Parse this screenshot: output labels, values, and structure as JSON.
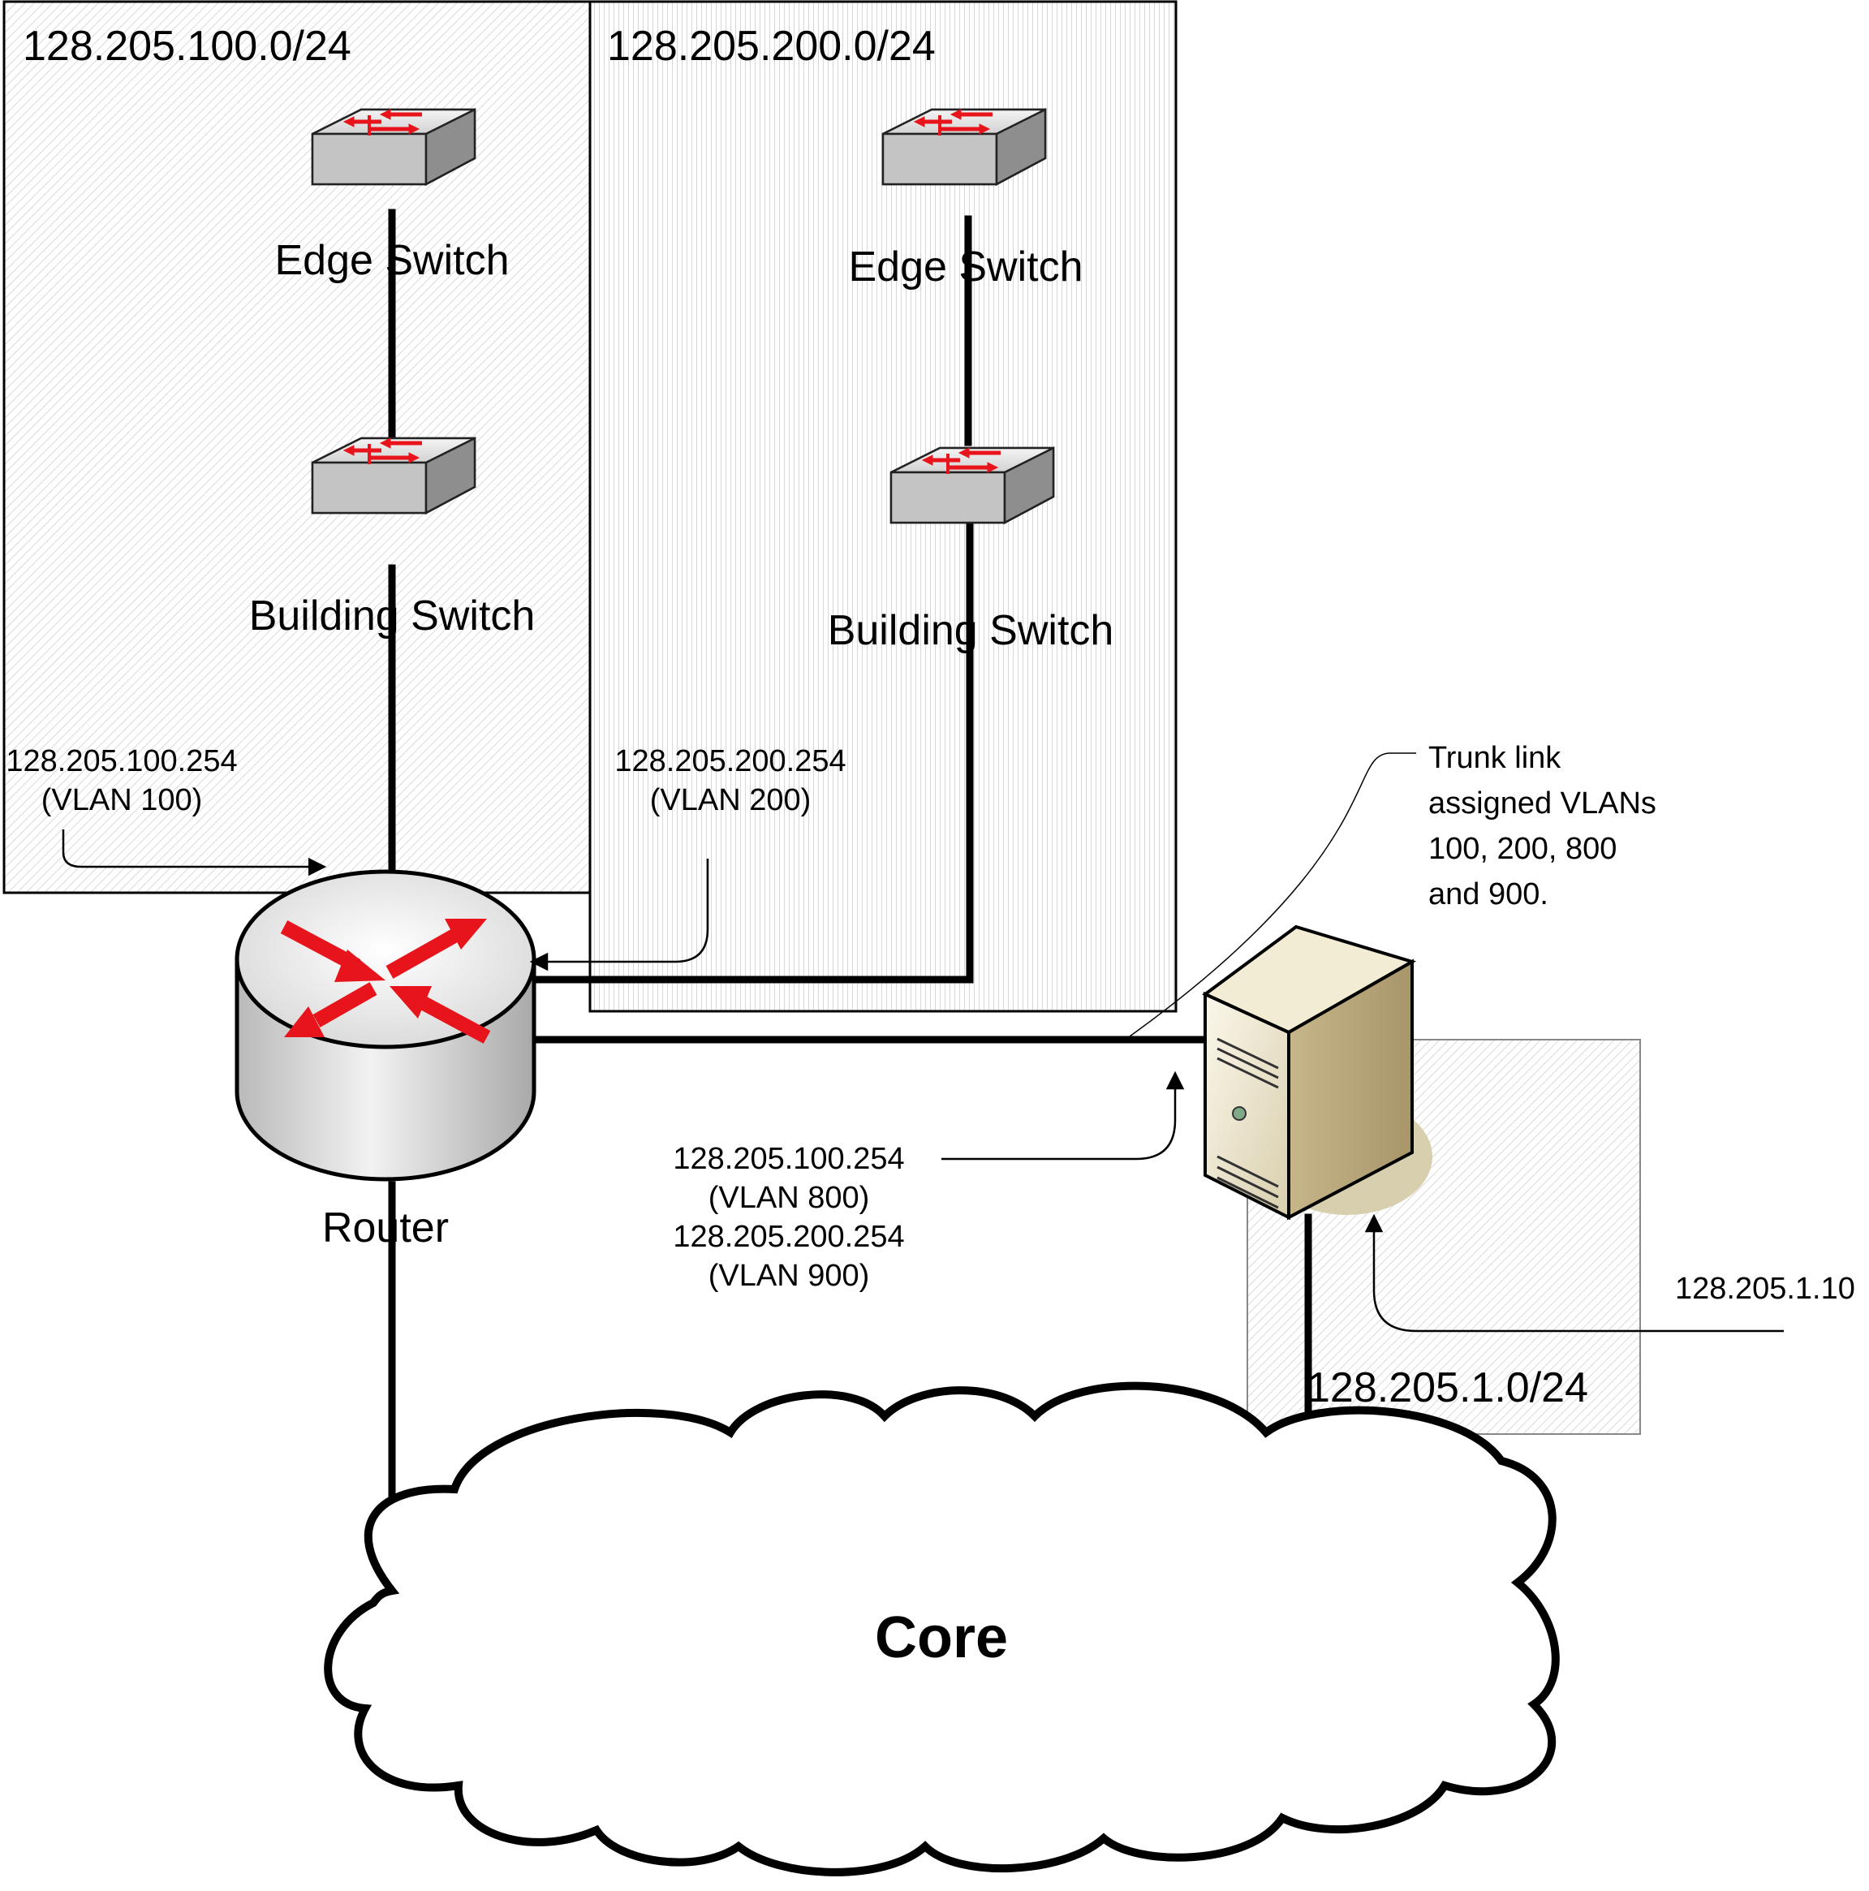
{
  "subnets": {
    "vlan100": "128.205.100.0/24",
    "vlan200": "128.205.200.0/24",
    "server": "128.205.1.0/24"
  },
  "devices": {
    "edge_switch_1": "Edge Switch",
    "building_switch_1": "Building Switch",
    "edge_switch_2": "Edge Switch",
    "building_switch_2": "Building Switch",
    "router": "Router",
    "core": "Core"
  },
  "annotations": {
    "gw100_ip": "128.205.100.254",
    "gw100_vlan": "(VLAN 100)",
    "gw200_ip": "128.205.200.254",
    "gw200_vlan": "(VLAN 200)",
    "trunk_1": "Trunk link",
    "trunk_2": "assigned VLANs",
    "trunk_3": "100, 200, 800",
    "trunk_4": "and 900.",
    "srv_ip1": "128.205.100.254",
    "srv_vlan1": "(VLAN 800)",
    "srv_ip2": "128.205.200.254",
    "srv_vlan2": "(VLAN 900)",
    "server_ip": "128.205.1.10"
  },
  "colors": {
    "arrow_red": "#e8141b",
    "switch_gray": "#c8c8c8",
    "server_beige": "#ede4c6",
    "link_black": "#000000"
  },
  "icons": {
    "switch": "switch-icon",
    "router": "router-icon",
    "server": "server-icon",
    "cloud": "cloud-icon"
  }
}
